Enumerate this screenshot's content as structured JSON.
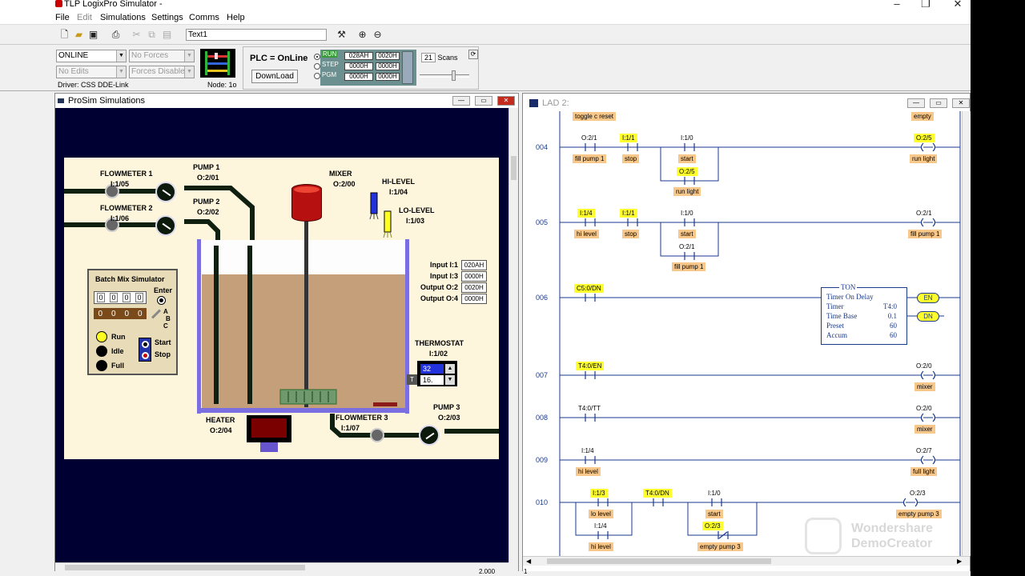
{
  "app": {
    "title": "TLP LogixPro Simulator  -",
    "menu": [
      "File",
      "Edit",
      "Simulations",
      "Settings",
      "Comms",
      "Help"
    ],
    "text_field_value": "Text1"
  },
  "status": {
    "online_combo": "ONLINE",
    "forces_combo": "No Forces",
    "edits_combo": "No Edits",
    "forces_disabled_combo": "Forces Disabled",
    "driver": "Driver: CSS DDE-Link",
    "node": "Node: 1o",
    "plc_state": "PLC = OnLine",
    "download_label": "DownLoad",
    "modes": [
      "RUN",
      "STEP",
      "PGM"
    ],
    "hex_values": [
      "028AH",
      "0020H",
      "0000H",
      "0000H",
      "0000H",
      "0000H"
    ],
    "scans_count": "21",
    "scans_label": "Scans"
  },
  "prosim": {
    "title": "ProSim Simulations",
    "labels": {
      "flowmeter1": "FLOWMETER 1",
      "flowmeter1_addr": "I:1/05",
      "flowmeter2": "FLOWMETER 2",
      "flowmeter2_addr": "I:1/06",
      "pump1": "PUMP 1",
      "pump1_addr": "O:2/01",
      "pump2": "PUMP 2",
      "pump2_addr": "O:2/02",
      "mixer": "MIXER",
      "mixer_addr": "O:2/00",
      "hilevel": "HI-LEVEL",
      "hilevel_addr": "I:1/04",
      "lolevel": "LO-LEVEL",
      "lolevel_addr": "I:1/03",
      "thermostat": "THERMOSTAT",
      "thermostat_addr": "I:1/02",
      "heater": "HEATER",
      "heater_addr": "O:2/04",
      "flowmeter3": "FLOWMETER 3",
      "flowmeter3_addr": "I:1/07",
      "pump3": "PUMP 3",
      "pump3_addr": "O:2/03"
    },
    "io": [
      {
        "label": "Input I:1",
        "value": "020AH"
      },
      {
        "label": "Input I:3",
        "value": "0000H"
      },
      {
        "label": "Output O:2",
        "value": "0020H"
      },
      {
        "label": "Output O:4",
        "value": "0000H"
      }
    ],
    "thermo_values": [
      "32",
      "16."
    ],
    "thermo_t": "T",
    "tank_level": 0.82,
    "batch": {
      "title": "Batch Mix Simulator",
      "digits": [
        "0",
        "0",
        "0",
        "0"
      ],
      "counts": [
        "0",
        "0",
        "0",
        "0"
      ],
      "enter": "Enter",
      "abc": [
        "A",
        "B",
        "C"
      ],
      "lights": [
        "Run",
        "Idle",
        "Full"
      ],
      "start": "Start",
      "stop": "Stop"
    }
  },
  "ladder": {
    "title": "LAD 2:",
    "top_labels": {
      "left": "toggle c reset",
      "right": "empty"
    },
    "rungs": [
      {
        "num": "004",
        "tags": {
          "a": "O:2/1",
          "a_d": "fill pump 1",
          "b": "I:1/1",
          "b_d": "stop",
          "c": "I:1/0",
          "c_d": "start",
          "p": "O:2/5",
          "p_d": "run light",
          "out": "O:2/5",
          "out_d": "run light"
        }
      },
      {
        "num": "005",
        "tags": {
          "a": "I:1/4",
          "a_d": "hi level",
          "b": "I:1/1",
          "b_d": "stop",
          "c": "I:1/0",
          "c_d": "start",
          "p": "O:2/1",
          "p_d": "fill pump 1",
          "out": "O:2/1",
          "out_d": "fill pump 1"
        }
      },
      {
        "num": "006",
        "tags": {
          "a": "C5:0/DN"
        }
      },
      {
        "num": "007",
        "tags": {
          "a": "T4:0/EN",
          "out": "O:2/0",
          "out_d": "mixer"
        }
      },
      {
        "num": "008",
        "tags": {
          "a": "T4:0/TT",
          "out": "O:2/0",
          "out_d": "mixer"
        }
      },
      {
        "num": "009",
        "tags": {
          "a": "I:1/4",
          "a_d": "hi level",
          "out": "O:2/7",
          "out_d": "full light"
        }
      },
      {
        "num": "010",
        "tags": {
          "a": "I:1/3",
          "a_d": "lo level",
          "a2": "I:1/4",
          "a2_d": "hi level",
          "b": "T4:0/DN",
          "c": "I:1/0",
          "c_d": "start",
          "p": "O:2/3",
          "p_d": "empty pump 3",
          "out": "O:2/3",
          "out_d": "empty pump 3"
        }
      }
    ],
    "ton": {
      "header": "TON",
      "title": "Timer On Delay",
      "rows": [
        {
          "k": "Timer",
          "v": "T4:0"
        },
        {
          "k": "Time Base",
          "v": "0.1"
        },
        {
          "k": "Preset",
          "v": "60"
        },
        {
          "k": "Accum",
          "v": "60"
        }
      ],
      "en": "EN",
      "dn": "DN"
    }
  },
  "bottom": {
    "left_value": "2.000",
    "right_value": "1"
  },
  "watermark": {
    "line1": "Wondershare",
    "line2": "DemoCreator"
  }
}
